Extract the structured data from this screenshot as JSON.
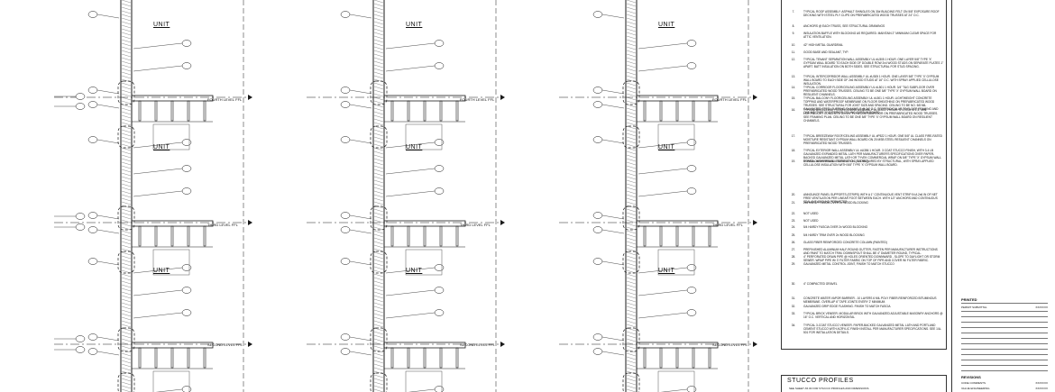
{
  "sections": [
    {
      "unit_labels": [
        "UNIT",
        "UNIT",
        "UNIT"
      ],
      "levels": [
        "FOURTH LEVEL FFL",
        "THIRD LEVEL FFL",
        "SECOND LEVEL FFL"
      ],
      "left_tag": "",
      "show_left_tags": true
    },
    {
      "unit_labels": [
        "UNIT",
        "UNIT",
        "UNIT"
      ],
      "levels": [
        "FOURTH LEVEL FFL",
        "THIRD LEVEL FFL",
        "SECOND LEVEL FFL"
      ]
    },
    {
      "unit_labels": [
        "UNIT",
        "UNIT",
        "UNIT"
      ],
      "levels": [
        "FOURTH LEVEL FFL",
        "THIRD LEVEL FFL",
        "SECOND LEVEL FFL"
      ]
    }
  ],
  "notes": [
    {
      "n": "7.",
      "t": "TYPICAL ROOF ASSEMBLY: ASPHALT SHINGLES ON 30# BUILDING FELT ON 5/8\" EXPOSURE ROOF DECKING WITH STEEL PLY CLIPS ON PREFABRICATED WOOD TRUSSES AT 24\" O.C."
    },
    {
      "n": "8.",
      "t": "ANCHORS @ EACH TRUSS, SEE STRUCTURAL DRAWINGS"
    },
    {
      "n": "9.",
      "t": "INSULATION BAFFLE WITH BLOCKING AS REQUIRED. MAINTAIN 2\" MINIMUM CLEAR SPACE FOR ATTIC VENTILATION."
    },
    {
      "n": "10.",
      "t": "42\" HIGH METAL GUARDRAIL"
    },
    {
      "n": "11.",
      "t": "GOOD BASE AND SEALANT, TYP."
    },
    {
      "n": "12.",
      "t": "TYPICAL TENANT SEPARATION WALL ASSEMBLY UL #U305 1 HOUR. ONE LAYER 5/8\" TYPE 'X' GYPSUM WALL BOARD TO EACH SIDE OF DOUBLE ROW 2x4 WOOD STUDS ON SEPARATE PLATES 1\" APART. BATT INSULATION ON BOTH SIDES. SEE STRUCTURAL FOR STUD SPACING."
    },
    {
      "n": "13.",
      "t": "TYPICAL INTERCORRIDOR WALL ASSEMBLY UL #U305 1 HOUR. ONE LAYER 5/8\" TYPE 'X' GYPSUM WALL BOARD TO EACH SIDE OF 2x6 WOOD STUDS AT 16\" O.C. WITH SPRAY APPLIED CELLULOSE INSULATION."
    },
    {
      "n": "14.",
      "t": "TYPICAL CORRIDOR FLOOR/CEILING ASSEMBLY UL #L501 1 HOUR. 3/4\" T&G SUBFLOOR OVER PREFABRICATED WOOD TRUSSES. CEILING TO BE ONE 5/8\" TYPE 'X' GYPSUM WALL BOARD ON RESILIENT CHANNELS."
    },
    {
      "n": "15.",
      "t": "TYPICAL BALCONY FLOOR/CEILING ASSEMBLY UL #L501 1 HOUR. LIGHTWEIGHT CONCRETE TOPPING AND WATERPROOF MEMBRANE ON FLOOR SHEATHING ON PREFABRICATED WOOD TRUSSES. SEE STRUCTURAL FOR JOIST SIZE AND SPACING. CEILING TO BE NO. 5/8 MIL GALVANIZED STEEL FURRING CHANNELS @ 24\" O.C. PERPENDICULAR TO FLOOR FRAMING AND ONE 5/8\" TYPE 'X' EXTERIOR CEILING GYPSUM BOARD."
    },
    {
      "n": "16.",
      "t": "TYPICAL BREEZEWAY FLOOR/CEILING ASSEMBLY UL #L501 1 HOUR. SYSTEM IS 1.5\" MIN. LIGHTWEIGHT CONCRETE ON 3/4\" PLYWOOD SUBFLOOR ON PREFABRICATED WOOD TRUSSES. SEE FRAMING PLAN. CEILING TO BE ONE 5/8\" TYPE 'X' GYPSUM WALL BOARD ON RESILIENT CHANNELS."
    },
    {
      "n": "17.",
      "t": "TYPICAL BREEZEWAY ROOF/CEILING ASSEMBLY UL #P522 1 HOUR. ONE 5/8\" UL CLASS FIRE-RATED MOISTURE RESISTANT GYPSUM WALL BOARD ON 20 MSB STEEL RESILIENT CHANNELS ON PREFABRICATED WOOD TRUSSES."
    },
    {
      "n": "18.",
      "t": "TYPICAL EXTERIOR WALL ASSEMBLY UL #U356 1 HOUR. 3 COAT STUCCO FINISH, WITH 3.4 LB GALVANIZED EXPANDED METAL LATH PER MANUFACTURER'S SPECIFICATIONS OVER PAPER-BACKED GALVANIZED METAL LATH OR TYVEK COMMERCIAL WRAP ON 5/8\" TYPE 'X' GYPSUM WALL BOARD ON 2x6 WOOD STUDS 16\" O.C. AS REQUIRED BY STRUCTURAL, WITH SPRAY-APPLIED CELLULOSE INSULATION WITH 5/8\" TYPE 'X' GYPSUM WALL BOARD."
    },
    {
      "n": "19.",
      "t": "TYPICAL AIR/FIREWALL SEPARATION (SLIDING)"
    },
    {
      "n": "20.",
      "t": "ANNOUNCE PANEL SUPPORTS (STRIPS) WITH A 1\" CONTINUOUS VENT STRIP IN A 2x6 IN OF NET FREE VENTILATION PER LINEAR FOOT BETWEEN EACH. WITH 1/2\" ANCHORS AND CONTINUOUS SEALANT AROUND PERIMETER."
    },
    {
      "n": "21.",
      "t": "2x6 HARDY FASCIA OVER 2x WOOD BLOCKING"
    },
    {
      "n": "22.",
      "t": "NOT USED"
    },
    {
      "n": "23.",
      "t": "NOT USED"
    },
    {
      "n": "24.",
      "t": "5/4 HARDY FASCIA OVER 2x WOOD BLOCKING"
    },
    {
      "n": "25.",
      "t": "5/4 HARDY TRIM OVER 2x WOOD BLOCKING"
    },
    {
      "n": "26.",
      "t": "GLASS FIBER REINFORCED CONCRETE COLUMN (PAINTED)"
    },
    {
      "n": "27.",
      "t": "PREFINISHED ALUMINUM HALF-ROUND GUTTER, FASTEN PER MANUFACTURER INSTRUCTIONS AND PAINT TO MATCH TRIM. DOWNSPOUT SHALL BE 4\" DIAMETER ROUND, TYPICAL."
    },
    {
      "n": "28.",
      "t": "4\" PERFORATED DRAIN PIPE @ HOLES ORIENTED DOWNWARD - SLOPE TO DAYLIGHT OR STORM SEWER. WRAP PIPE W/ 3' FILTER FABRIC ON TOP OF PIPE AND COVER W/ FILTER FABRIC."
    },
    {
      "n": "29.",
      "t": "GALVANIZED METAL CONTROL JOINT, FINISH TO MATCH STUCCO"
    },
    {
      "n": "30.",
      "t": "4\" COMPACTED GRAVEL"
    },
    {
      "n": "31.",
      "t": "CONCRETE WATER VAPOR BARRIER - 10 LAYERS 6 MIL POLY FIBER-REINFORCED BITUMINOUS MEMBRANE. OVERLAP 6\" TAPE JOINTS EVERY 2' MINIMUM."
    },
    {
      "n": "32.",
      "t": "GALVANIZED DRIP EDGE FLASHING. FINISH TO MATCH FASCIA"
    },
    {
      "n": "33.",
      "t": "TYPICAL BRICK VENEER. MODULAR BRICK WITH GALVANIZED ADJUSTABLE MASONRY ANCHORS @ 16\" O.C. VERTICAL AND HORIZONTAL"
    },
    {
      "n": "34.",
      "t": "TYPICAL 3-COAT STUCCO VENEER. PAPER-BACKED GALVANIZED METAL LATH AND PORTLAND CEMENT STUCCO WITH ACRYLIC FINISH INSTALL PER MANUFACTURER SPECIFICATIONS. SEE 1/A-501 FOR INSTALLATION DETAILS."
    }
  ],
  "stucco": {
    "heading": "STUCCO PROFILES",
    "line1": "SEE SHEET A5.03 FOR STUCCO PROFILES AND DIMENSIONS"
  },
  "title_block": {
    "printed_label": "PRINTED",
    "permit_row": "PERMIT SUBMITTAL",
    "permit_date": "XX/XX/XX",
    "revisions_label": "REVISIONS",
    "rev1": "CODE COMMENTS",
    "rev1_date": "XX/XX/XX",
    "rev2": "VALUE ENGINEERING",
    "rev2_date": "XX/XX/XX"
  },
  "colors": {
    "line": "#1a1a1a",
    "hatch": "#555555",
    "paper": "#ffffff"
  }
}
